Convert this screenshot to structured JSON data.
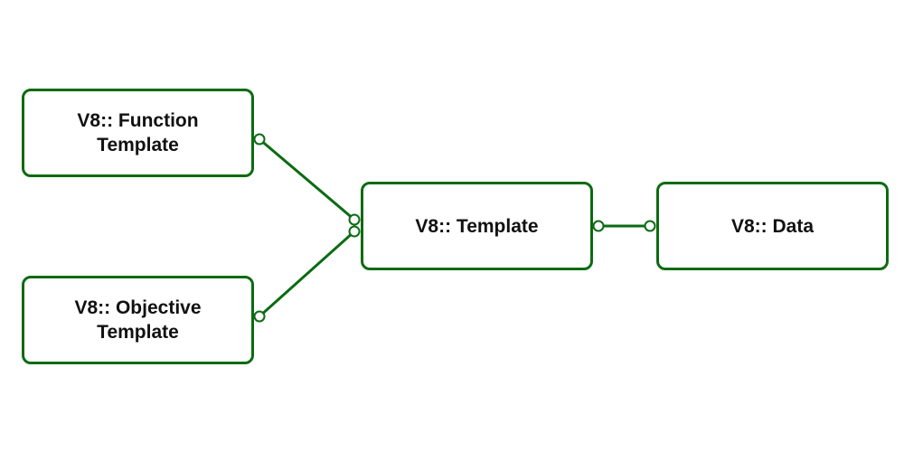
{
  "diagram": {
    "accent_color": "#0c6b12",
    "nodes": {
      "function_template": {
        "line1": "V8:: Function",
        "line2": "Template"
      },
      "objective_template": {
        "line1": "V8:: Objective",
        "line2": "Template"
      },
      "template": {
        "label": "V8:: Template"
      },
      "data": {
        "label": "V8:: Data"
      }
    },
    "connections": [
      {
        "from": "function_template",
        "to": "template"
      },
      {
        "from": "objective_template",
        "to": "template"
      },
      {
        "from": "template",
        "to": "data"
      }
    ]
  }
}
